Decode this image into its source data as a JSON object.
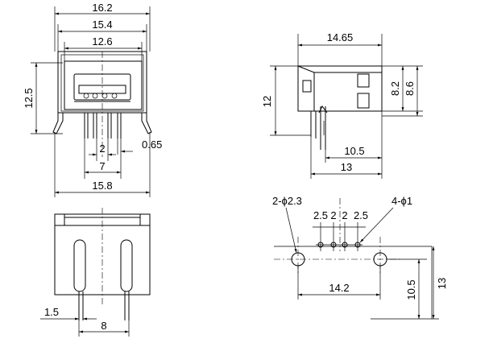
{
  "front_view": {
    "dim_overall_top": "16.2",
    "dim_inner_top": "15.4",
    "dim_port": "12.6",
    "dim_height": "12.5",
    "dim_pin_pitch": "2",
    "dim_pin_width": "0.65",
    "dim_pin_span": "7",
    "dim_bottom_width": "15.8"
  },
  "side_view": {
    "dim_length": "14.65",
    "dim_height": "12",
    "dim_inner_h1": "8.2",
    "dim_inner_h2": "8.6",
    "dim_pin_offset": "10.5",
    "dim_base": "13"
  },
  "bottom_view": {
    "dim_lead_width": "1.5",
    "dim_lead_spacing": "8"
  },
  "footprint": {
    "mount_hole_label": "2-ϕ2.3",
    "pin_hole_label": "4-ϕ1",
    "pitch_labels": [
      "2.5",
      "2",
      "2",
      "2.5"
    ],
    "dim_mount_spacing": "14.2",
    "dim_offset_1": "10.5",
    "dim_offset_2": "13"
  }
}
